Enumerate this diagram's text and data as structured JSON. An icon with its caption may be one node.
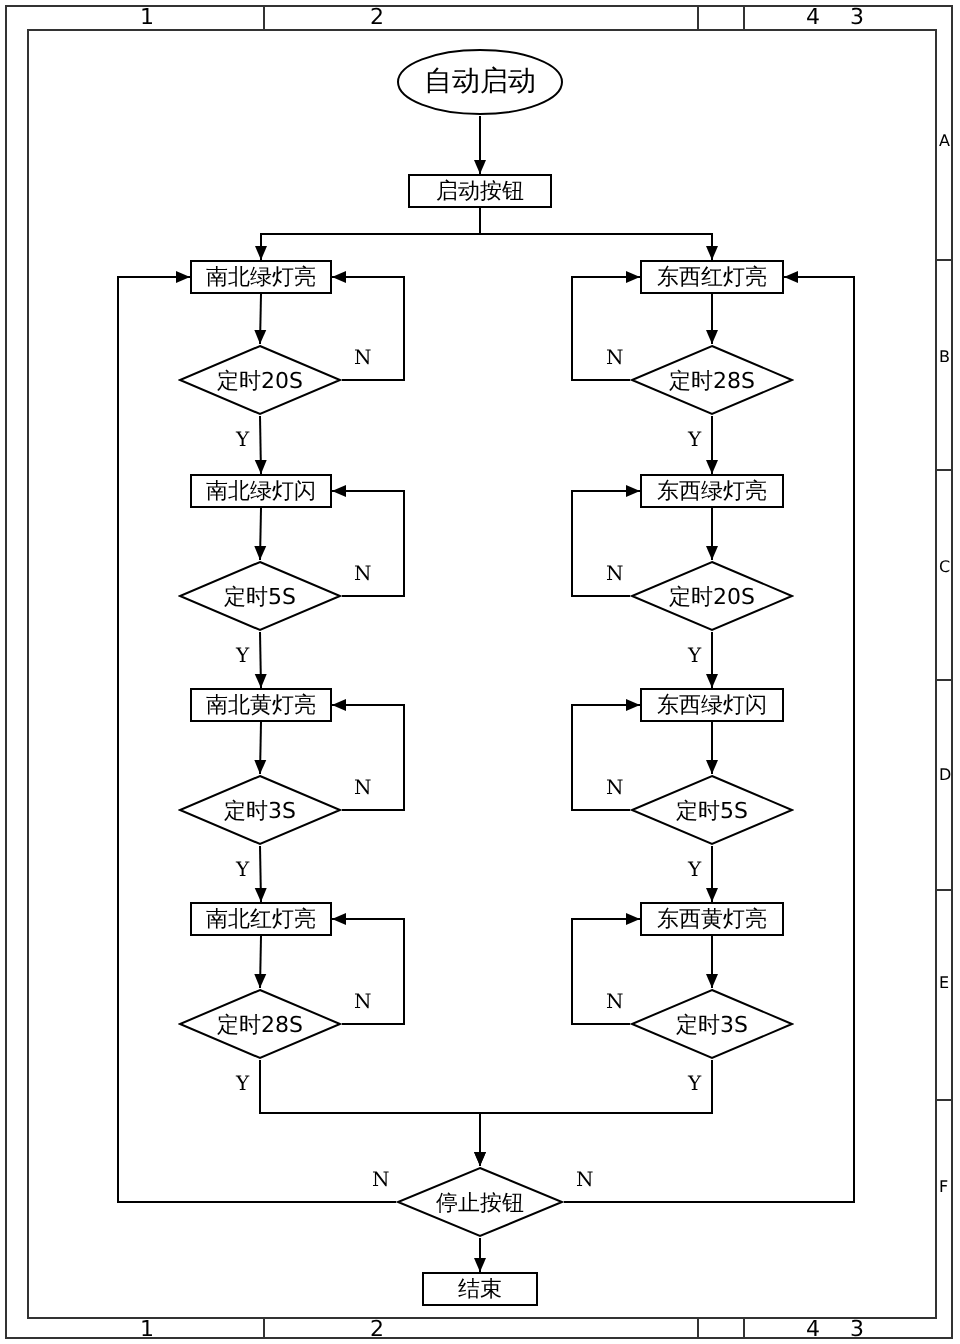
{
  "diagram": {
    "nodes": [
      {
        "text": [
          "自动启动"
        ]
      },
      {
        "text": [
          "启动按钮"
        ]
      },
      {
        "text": [
          "南北绿灯亮"
        ]
      },
      {
        "text": [
          "定时20S"
        ]
      },
      {
        "text": [
          "南北绿灯闪"
        ]
      },
      {
        "text": [
          "定时5S"
        ]
      },
      {
        "text": [
          "南北黄灯亮"
        ]
      },
      {
        "text": [
          "定时3S"
        ]
      },
      {
        "text": [
          "南北红灯亮"
        ]
      },
      {
        "text": [
          "定时28S"
        ]
      },
      {
        "text": [
          "东西红灯亮"
        ]
      },
      {
        "text": [
          "定时28S"
        ]
      },
      {
        "text": [
          "东西绿灯亮"
        ]
      },
      {
        "text": [
          "定时20S"
        ]
      },
      {
        "text": [
          "东西绿灯闪"
        ]
      },
      {
        "text": [
          "定时5S"
        ]
      },
      {
        "text": [
          "东西黄灯亮"
        ]
      },
      {
        "text": [
          "定时3S"
        ]
      },
      {
        "text": [
          "停止按钮"
        ]
      },
      {
        "text": [
          "结束"
        ]
      }
    ],
    "edges": [
      {
        "from": 0,
        "to": 1,
        "arrow": "to"
      },
      {
        "from": 1,
        "to": 2,
        "arrow": "to"
      },
      {
        "from": 1,
        "to": 10,
        "arrow": "to"
      },
      {
        "from": 2,
        "to": 3,
        "arrow": "to"
      },
      {
        "from": 3,
        "to": 4,
        "arrow": "to",
        "label": "Y"
      },
      {
        "from": 3,
        "to": 2,
        "arrow": "to",
        "label": "N"
      },
      {
        "from": 4,
        "to": 5,
        "arrow": "to"
      },
      {
        "from": 5,
        "to": 4,
        "arrow": "to",
        "label": "N"
      },
      {
        "from": 5,
        "to": 6,
        "arrow": "to",
        "label": "Y"
      },
      {
        "from": 6,
        "to": 7,
        "arrow": "to"
      },
      {
        "from": 7,
        "to": 6,
        "arrow": "to",
        "label": "N"
      },
      {
        "from": 7,
        "to": 8,
        "arrow": "to",
        "label": "Y"
      },
      {
        "from": 8,
        "to": 9,
        "arrow": "to"
      },
      {
        "from": 9,
        "to": 8,
        "arrow": "to",
        "label": "N"
      },
      {
        "from": 9,
        "to": 18,
        "arrow": "to",
        "label": "Y"
      },
      {
        "from": 10,
        "to": 11,
        "arrow": "to"
      },
      {
        "from": 11,
        "to": 10,
        "arrow": "to",
        "label": "N"
      },
      {
        "from": 11,
        "to": 12,
        "arrow": "to",
        "label": "Y"
      },
      {
        "from": 12,
        "to": 13,
        "arrow": "to"
      },
      {
        "from": 13,
        "to": 12,
        "arrow": "to",
        "label": "N"
      },
      {
        "from": 13,
        "to": 14,
        "arrow": "to",
        "label": "Y"
      },
      {
        "from": 14,
        "to": 15,
        "arrow": "to"
      },
      {
        "from": 15,
        "to": 14,
        "arrow": "to",
        "label": "N"
      },
      {
        "from": 15,
        "to": 16,
        "arrow": "to",
        "label": "Y"
      },
      {
        "from": 16,
        "to": 17,
        "arrow": "to"
      },
      {
        "from": 17,
        "to": 16,
        "arrow": "to",
        "label": "N"
      },
      {
        "from": 17,
        "to": 18,
        "arrow": "to",
        "label": "Y"
      },
      {
        "from": 18,
        "to": 2,
        "arrow": "to",
        "label": "N"
      },
      {
        "from": 18,
        "to": 10,
        "arrow": "to",
        "label": "N"
      },
      {
        "from": 18,
        "to": 19,
        "arrow": "to"
      }
    ],
    "labels": [
      "1",
      "2",
      "4",
      "3",
      "A",
      "B",
      "C",
      "D",
      "E",
      "F",
      "1",
      "2",
      "4",
      "3"
    ]
  }
}
